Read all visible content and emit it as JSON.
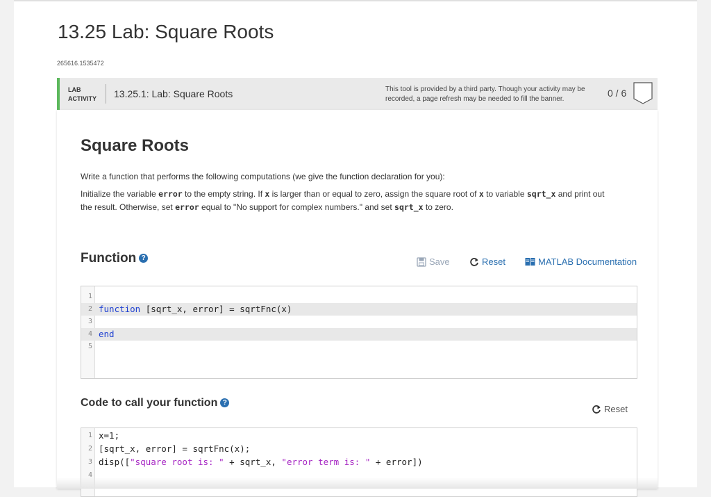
{
  "page": {
    "title": "13.25 Lab: Square Roots",
    "id_text": "265616.1535472"
  },
  "banner": {
    "type_line1": "LAB",
    "type_line2": "ACTIVITY",
    "name": "13.25.1: Lab: Square Roots",
    "notice": "This tool is provided by a third party. Though your activity may be recorded, a page refresh may be needed to fill the banner.",
    "score": "0 / 6",
    "accent_color": "#5cb85c"
  },
  "content": {
    "heading": "Square Roots",
    "intro": "Write a function that performs the following computations (we give the function declaration for you):",
    "para": {
      "p1": "Initialize the variable ",
      "c1": "error",
      "p2": " to the empty string. If ",
      "c2": "x",
      "p3": " is larger than or equal to zero, assign the square root of ",
      "c3": "x",
      "p4": " to variable ",
      "c4": "sqrt_x",
      "p5": " and print out the result. Otherwise, set ",
      "c5": "error",
      "p6": " equal to \"No support for complex numbers.\" and set ",
      "c6": "sqrt_x",
      "p7": " to zero."
    }
  },
  "function_section": {
    "title": "Function",
    "help_glyph": "?",
    "save_label": "Save",
    "reset_label": "Reset",
    "docs_label": "MATLAB Documentation",
    "editor": {
      "lines": [
        {
          "num": "1",
          "kw": "",
          "text": ""
        },
        {
          "num": "2",
          "kw": "function",
          "text": " [sqrt_x, error] = sqrtFnc(x)"
        },
        {
          "num": "3",
          "kw": "",
          "text": ""
        },
        {
          "num": "4",
          "kw": "end",
          "text": ""
        },
        {
          "num": "5",
          "kw": "",
          "text": ""
        }
      ]
    }
  },
  "call_section": {
    "title": "Code to call your function",
    "help_glyph": "?",
    "reset_label": "Reset",
    "editor": {
      "lines": [
        {
          "num": "1",
          "parts": [
            {
              "t": "x=1;",
              "c": ""
            }
          ]
        },
        {
          "num": "2",
          "parts": [
            {
              "t": "[sqrt_x, error] = sqrtFnc(x);",
              "c": ""
            }
          ]
        },
        {
          "num": "3",
          "parts": [
            {
              "t": "disp([",
              "c": ""
            },
            {
              "t": "\"square root is: \"",
              "c": "str"
            },
            {
              "t": " + sqrt_x, ",
              "c": ""
            },
            {
              "t": "\"error term is: \"",
              "c": "str"
            },
            {
              "t": " + error])",
              "c": ""
            }
          ]
        },
        {
          "num": "4",
          "parts": [
            {
              "t": "",
              "c": ""
            }
          ]
        }
      ]
    }
  },
  "colors": {
    "link_blue": "#2a6fb0",
    "keyword": "#1d3fd1",
    "string": "#a626c3",
    "save_disabled": "#9aa7b8"
  }
}
